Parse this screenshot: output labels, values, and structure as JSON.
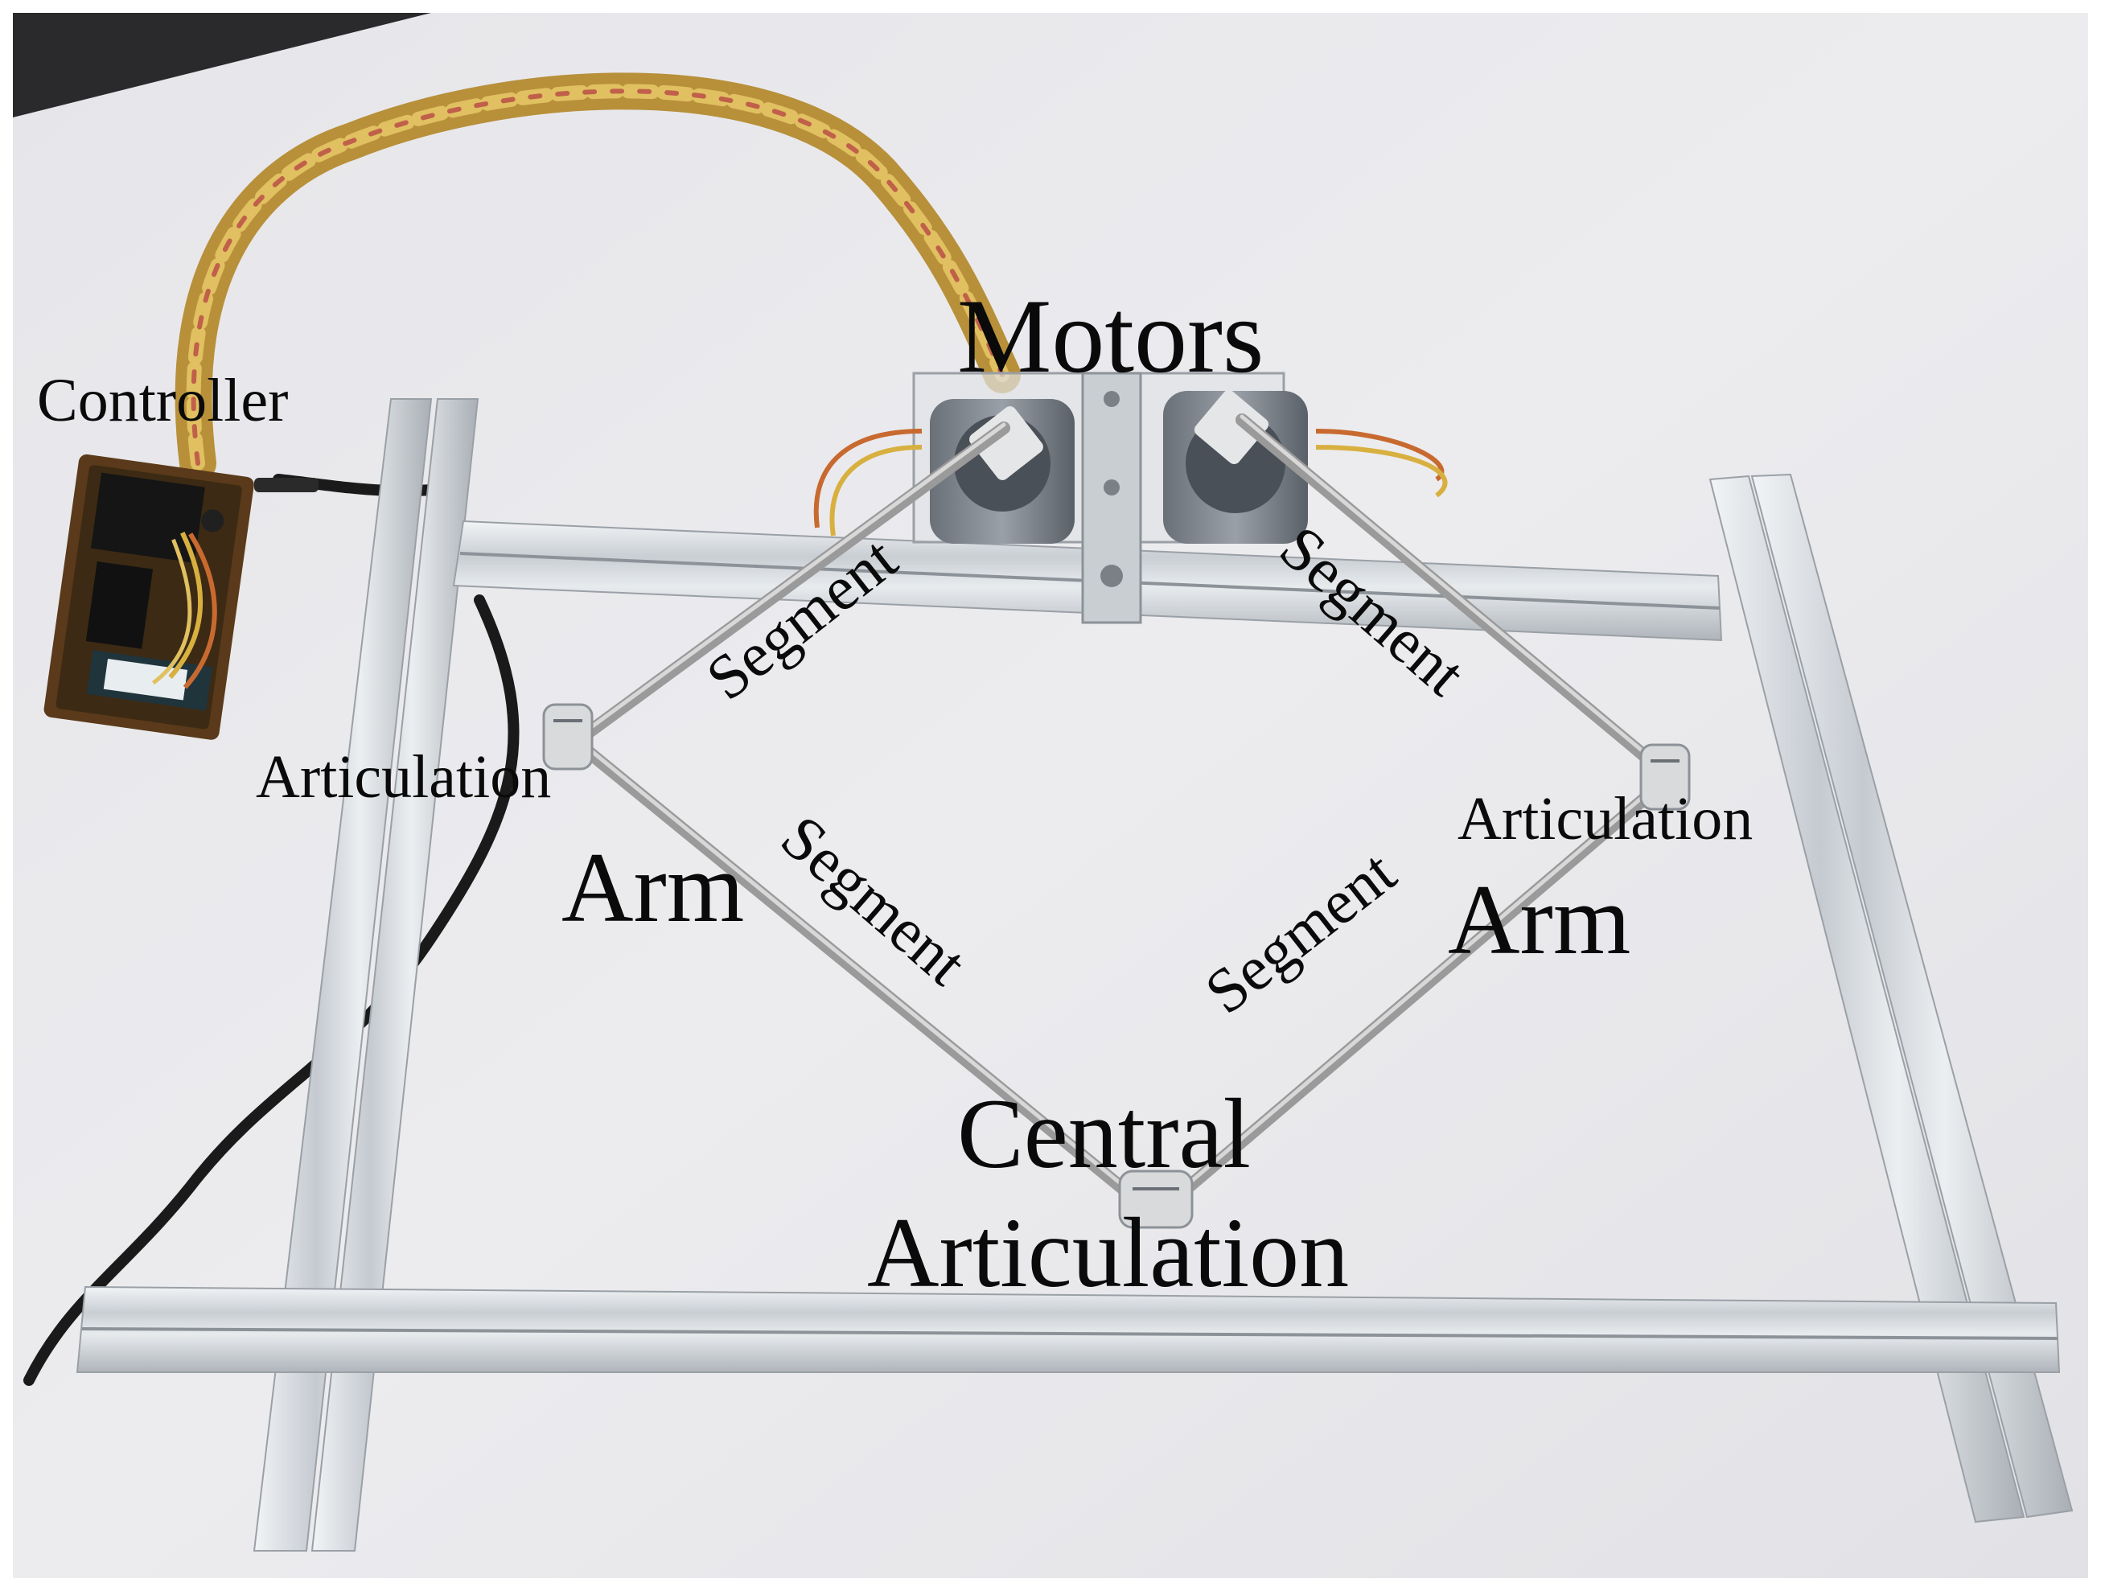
{
  "labels": {
    "motors": "Motors",
    "controller": "Controller",
    "articulation_left": "Articulation",
    "articulation_right": "Articulation",
    "arm_left": "Arm",
    "arm_right": "Arm",
    "segment_upper_left": "Segment",
    "segment_upper_right": "Segment",
    "segment_lower_left": "Segment",
    "segment_lower_right": "Segment",
    "central_line1": "Central",
    "central_line2": "Articulation"
  },
  "colors": {
    "table": "#e9e9ec",
    "aluminum": "#d4d8dc",
    "rod": "#9a9a9a",
    "cable_dark": "#1a1a1a",
    "wire_yellow": "#d8b040",
    "wire_orange": "#c86a30",
    "pcb": "#5a3a1a",
    "label_text": "#0a0a0a"
  }
}
